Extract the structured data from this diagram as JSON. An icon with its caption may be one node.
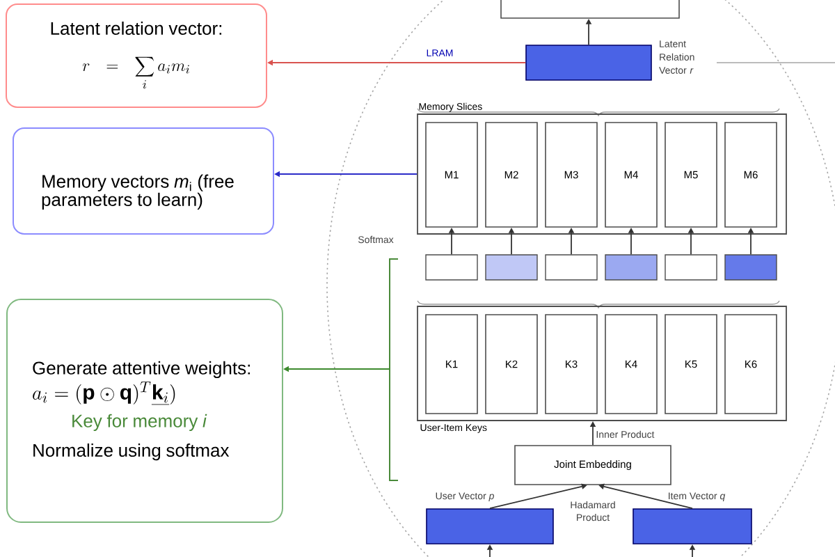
{
  "diagram": {
    "nodes": [
      {
        "text": [
          "Latent relation vector:",
          "r = \\sum_i a_i m_i"
        ]
      },
      {
        "text": [
          "Memory vectors *m*$_{i}$ (free parameters to learn)"
        ]
      },
      {
        "text": [
          "Generate attentive weights:",
          "a_i = (\\mathbf{p} \\odot \\mathbf{q})^T \\underline{\\mathbf{k}_i})",
          "Key for memory *i*",
          "Normalize using softmax"
        ]
      },
      {
        "text": [],
        "shape": "box"
      },
      {
        "text": [],
        "shape": "bar",
        "beside": [
          "Latent Relation Vector *r*"
        ]
      },
      {
        "text": [
          "Memory Slices"
        ]
      },
      {
        "text": [
          "M1"
        ],
        "in": 5
      },
      {
        "text": [
          "M2"
        ],
        "in": 5
      },
      {
        "text": [
          "M3"
        ],
        "in": 5
      },
      {
        "text": [
          "M4"
        ],
        "in": 5
      },
      {
        "text": [
          "M5"
        ],
        "in": 5
      },
      {
        "text": [
          "M6"
        ],
        "in": 5
      },
      {
        "text": [],
        "shape": "box"
      },
      {
        "text": [],
        "shape": "box"
      },
      {
        "text": [],
        "shape": "box"
      },
      {
        "text": [],
        "shape": "box"
      },
      {
        "text": [],
        "shape": "box"
      },
      {
        "text": [],
        "shape": "box"
      },
      {
        "text": [
          "User-Item Keys"
        ]
      },
      {
        "text": [
          "K1"
        ],
        "in": 18
      },
      {
        "text": [
          "K2"
        ],
        "in": 18
      },
      {
        "text": [
          "K3"
        ],
        "in": 18
      },
      {
        "text": [
          "K4"
        ],
        "in": 18
      },
      {
        "text": [
          "K5"
        ],
        "in": 18
      },
      {
        "text": [
          "K6"
        ],
        "in": 18
      },
      {
        "text": [
          "Joint Embedding"
        ]
      },
      {
        "text": [],
        "shape": "bar",
        "beside": [
          "User Vector *p*"
        ]
      },
      {
        "text": [],
        "shape": "bar",
        "beside": [
          "Item Vector *q*"
        ]
      }
    ],
    "edges": [
      {
        "from": 4,
        "to": 0,
        "arrow": "to",
        "color": "#d9534f"
      },
      {
        "from": 5,
        "to": 1,
        "arrow": "to",
        "color": "#2b2bc8"
      },
      {
        "from": null,
        "to": 2,
        "arrow": "to",
        "color": "#3d8a2e"
      },
      {
        "from": 4,
        "to": 3,
        "arrow": "to"
      },
      {
        "from": 12,
        "to": 6,
        "arrow": "to"
      },
      {
        "from": 13,
        "to": 7,
        "arrow": "to"
      },
      {
        "from": 14,
        "to": 8,
        "arrow": "to"
      },
      {
        "from": 15,
        "to": 9,
        "arrow": "to"
      },
      {
        "from": 16,
        "to": 10,
        "arrow": "to"
      },
      {
        "from": 17,
        "to": 11,
        "arrow": "to"
      },
      {
        "from": 25,
        "to": 18,
        "arrow": "to",
        "label": "Inner Product"
      },
      {
        "from": 26,
        "to": 25,
        "arrow": "to"
      },
      {
        "from": 27,
        "to": 25,
        "arrow": "to"
      },
      {
        "from": null,
        "to": 26,
        "arrow": "to"
      },
      {
        "from": null,
        "to": 27,
        "arrow": "to"
      }
    ],
    "labels": [
      "LRAM",
      "Softmax",
      "Hadamard Product"
    ]
  }
}
